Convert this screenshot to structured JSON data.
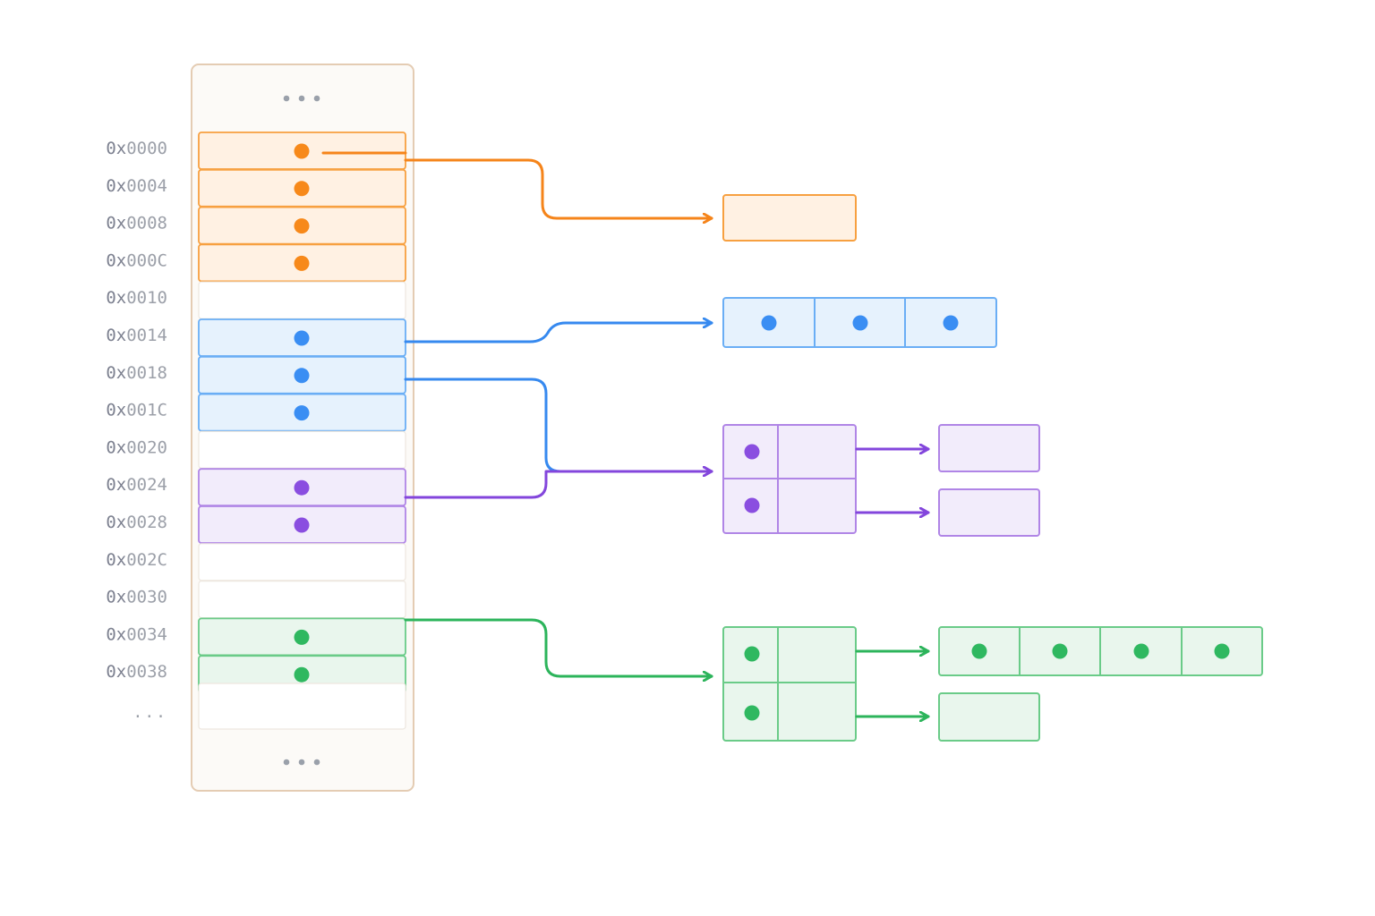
{
  "addresses": [
    {
      "prefix": "0x",
      "digits": "0000",
      "color": "orange"
    },
    {
      "prefix": "0x",
      "digits": "0004",
      "color": "orange"
    },
    {
      "prefix": "0x",
      "digits": "0008",
      "color": "orange"
    },
    {
      "prefix": "0x",
      "digits": "000C",
      "color": "orange"
    },
    {
      "prefix": "0x",
      "digits": "0010",
      "color": "empty"
    },
    {
      "prefix": "0x",
      "digits": "0014",
      "color": "blue"
    },
    {
      "prefix": "0x",
      "digits": "0018",
      "color": "blue"
    },
    {
      "prefix": "0x",
      "digits": "001C",
      "color": "blue"
    },
    {
      "prefix": "0x",
      "digits": "0020",
      "color": "empty"
    },
    {
      "prefix": "0x",
      "digits": "0024",
      "color": "purple"
    },
    {
      "prefix": "0x",
      "digits": "0028",
      "color": "purple"
    },
    {
      "prefix": "0x",
      "digits": "002C",
      "color": "empty"
    },
    {
      "prefix": "0x",
      "digits": "0030",
      "color": "empty"
    },
    {
      "prefix": "0x",
      "digits": "0034",
      "color": "green"
    },
    {
      "prefix": "0x",
      "digits": "0038",
      "color": "green"
    }
  ],
  "trailing_ellipsis": "...",
  "colors": {
    "orange": {
      "stroke": "#f7a040",
      "fill": "#fff1e3",
      "dot": "#f7891a",
      "line": "#f5841a"
    },
    "blue": {
      "stroke": "#6aaef5",
      "fill": "#e6f2fd",
      "dot": "#3a8ef3",
      "line": "#3689ef"
    },
    "purple": {
      "stroke": "#b085e6",
      "fill": "#f2ecfb",
      "dot": "#8a4ee0",
      "line": "#8346dc"
    },
    "green": {
      "stroke": "#6acb88",
      "fill": "#e9f6ed",
      "dot": "#2fb860",
      "line": "#2cb45b"
    },
    "panel_stroke": "#e4ccb3",
    "panel_fill": "#fcfaf7",
    "ellipsis_dot": "#9aa0aa",
    "empty_stroke": "#ede7df"
  },
  "targets": {
    "orange": {
      "cells": 1,
      "dots": 0
    },
    "blue": {
      "cells": 3,
      "dots": 3
    },
    "purple": {
      "rows": 2,
      "children": [
        {
          "cells": 1
        },
        {
          "cells": 1
        }
      ]
    },
    "green": {
      "rows": 2,
      "children": [
        {
          "cells": 4,
          "dots": 4
        },
        {
          "cells": 1
        }
      ]
    }
  }
}
